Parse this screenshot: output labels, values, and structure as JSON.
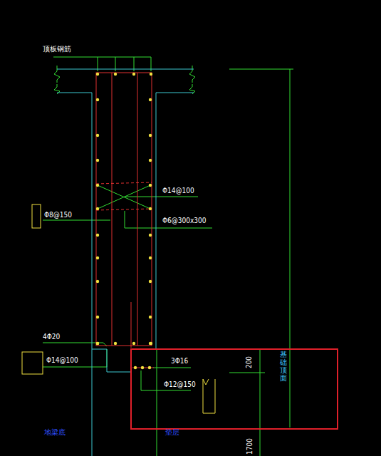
{
  "diagram": {
    "labels": [
      "顶板钢筋",
      "Φ14@100",
      "Φ8@150",
      "Φ6@300x300",
      "4Φ20",
      "Φ14@100",
      "3Φ16",
      "Φ12@150",
      "200",
      "基础顶面",
      "地梁底",
      "垫层",
      "1700"
    ]
  }
}
